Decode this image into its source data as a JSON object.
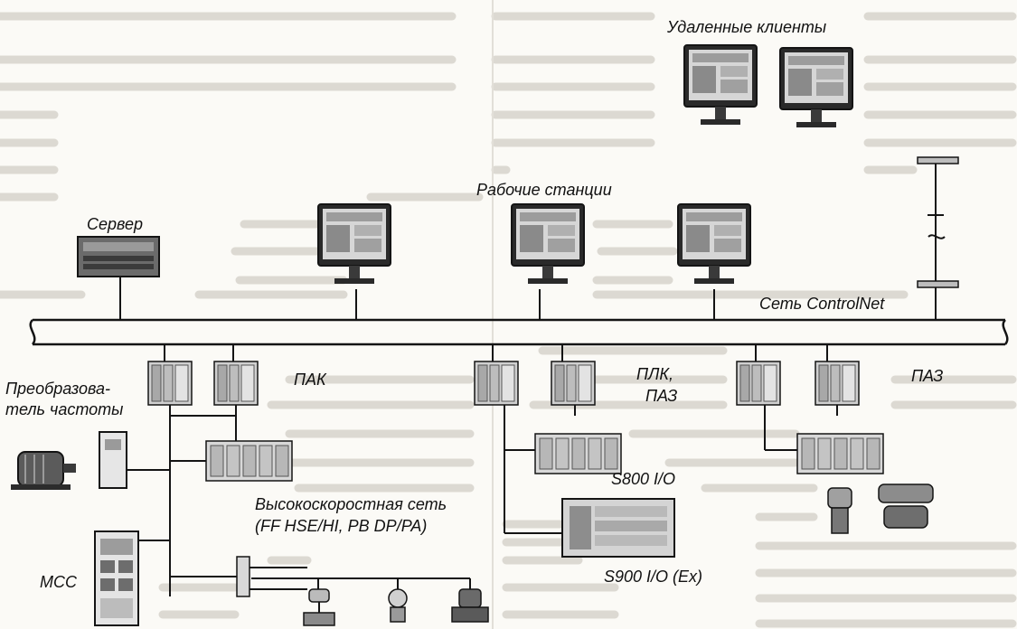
{
  "labels": {
    "remote_clients": "Удаленные клиенты",
    "workstations": "Рабочие станции",
    "server": "Сервер",
    "controlnet": "Сеть ControlNet",
    "pak": "ПАК",
    "plk_paz": [
      "ПЛК,",
      "ПАЗ"
    ],
    "paz": "ПАЗ",
    "vfd": [
      "Преобразова-",
      "тель частоты"
    ],
    "s800": "S800 I/O",
    "s900": "S900 I/O (Ex)",
    "hs_network": [
      "Высокоскоростная сеть",
      "(FF HSE/HI, PB DP/PA)"
    ],
    "mcc": "MCC"
  },
  "colors": {
    "line": "#141414",
    "background": "#fbfaf6",
    "background_text": "#d8d5ce",
    "device": "#cfcfcf"
  }
}
